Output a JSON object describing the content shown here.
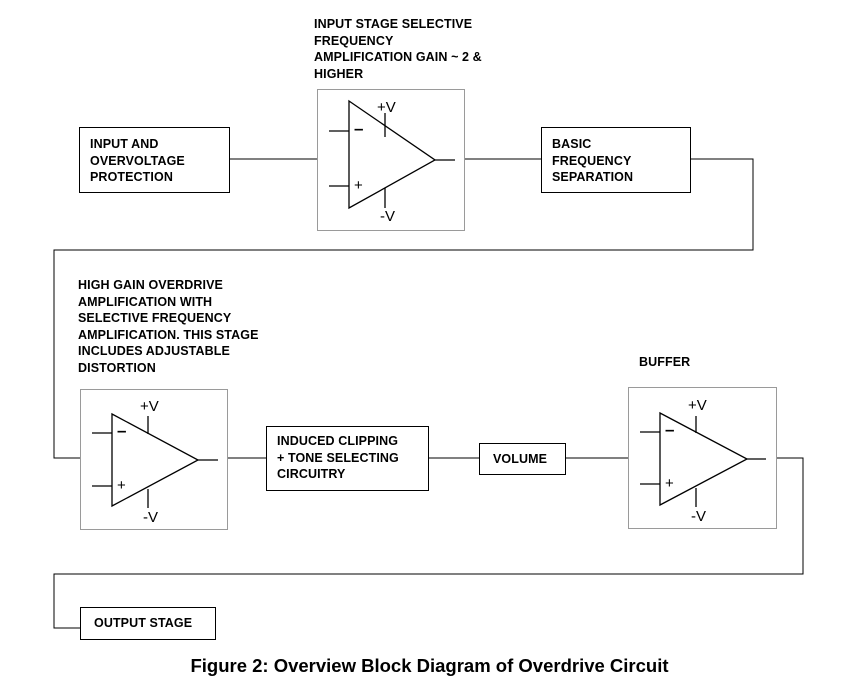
{
  "blocks": {
    "input_protection": "INPUT AND\nOVERVOLTAGE\nPROTECTION",
    "input_stage_heading": "INPUT STAGE SELECTIVE\nFREQUENCY\nAMPLIFICATION GAIN ~ 2 &\nHIGHER",
    "freq_separation": "BASIC\nFREQUENCY\nSEPARATION",
    "overdrive_heading": "HIGH GAIN OVERDRIVE\nAMPLIFICATION WITH\nSELECTIVE FREQUENCY\nAMPLIFICATION. THIS STAGE\nINCLUDES  ADJUSTABLE\nDISTORTION",
    "clipping": "INDUCED CLIPPING\n+ TONE SELECTING\nCIRCUITRY",
    "volume": "VOLUME",
    "buffer_heading": "BUFFER",
    "output_stage": "OUTPUT STAGE"
  },
  "opamp": {
    "vpos": "+V",
    "vneg": "-V",
    "inv": "–",
    "noninv": "+"
  },
  "caption": "Figure 2: Overview Block Diagram of Overdrive Circuit"
}
